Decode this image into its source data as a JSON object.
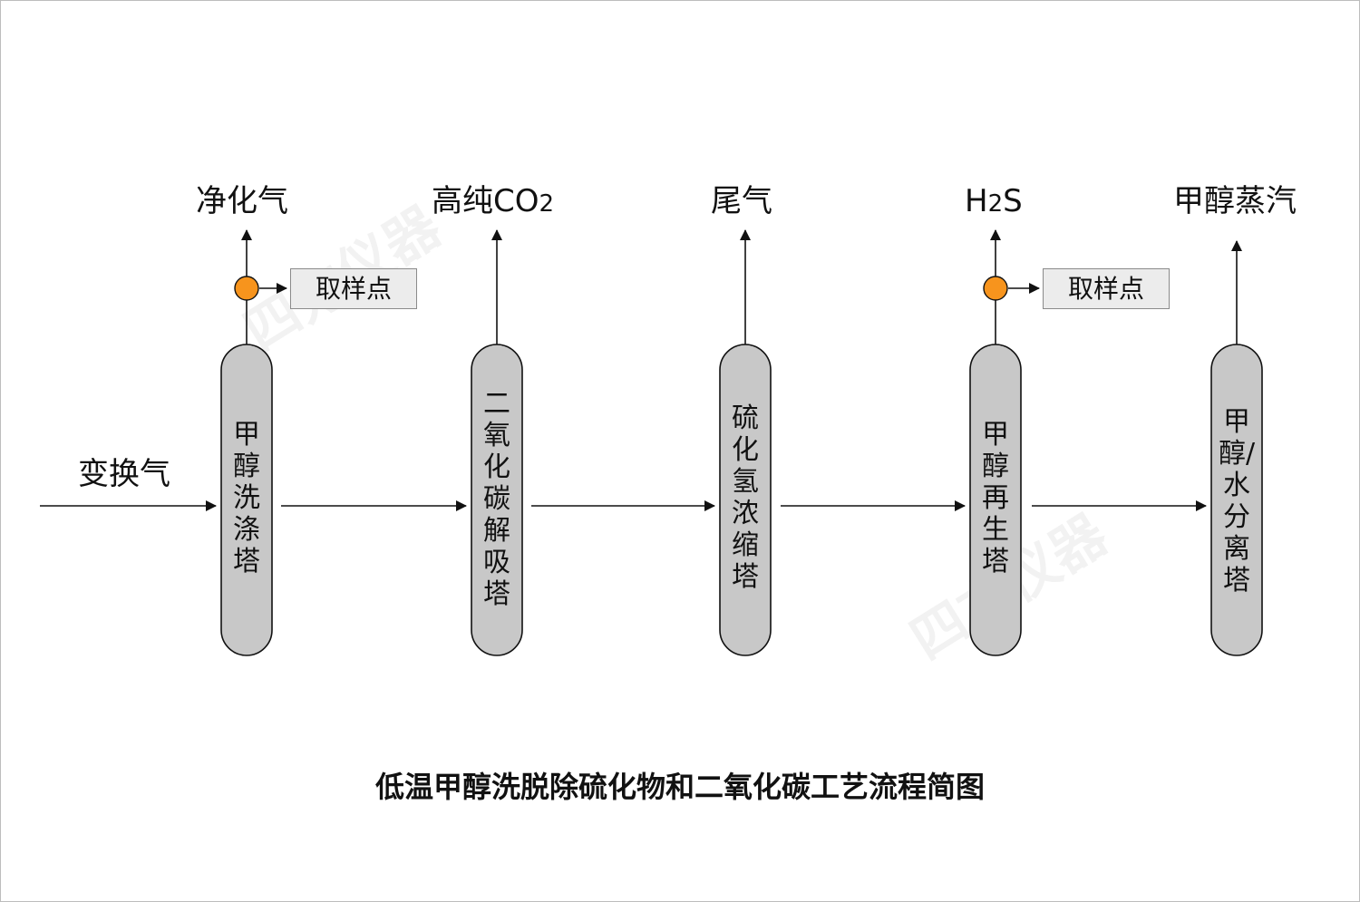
{
  "inlet_label": "变换气",
  "outlets": {
    "purified_gas": "净化气",
    "co2_prefix": "高纯CO",
    "co2_sub": "2",
    "tail_gas": "尾气",
    "h2s_prefix": "H",
    "h2s_sub": "2",
    "h2s_suffix": "S",
    "methanol_vapor": "甲醇蒸汽"
  },
  "towers": [
    {
      "label": "甲醇洗涤塔"
    },
    {
      "label": "二氧化碳解吸塔"
    },
    {
      "label": "硫化氢浓缩塔"
    },
    {
      "label": "甲醇再生塔"
    },
    {
      "label": "甲醇/水分离塔"
    }
  ],
  "sampling_point_label": "取样点",
  "caption": "低温甲醇洗脱除硫化物和二氧化碳工艺流程简图",
  "watermark": "四方仪器",
  "colors": {
    "tower_fill": "#c8c8c8",
    "sample_dot": "#f7941d",
    "line": "#111111"
  }
}
